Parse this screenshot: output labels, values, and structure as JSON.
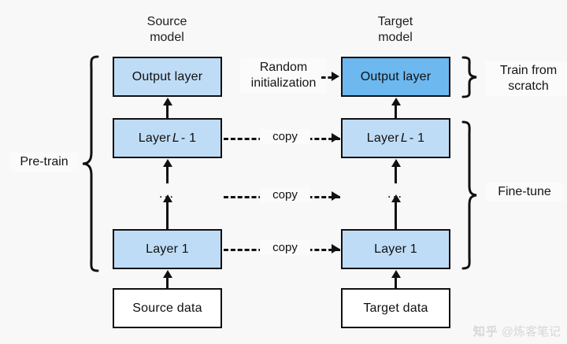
{
  "headings": {
    "source_model": "Source\nmodel",
    "source_model_line1": "Source",
    "source_model_line2": "model",
    "target_model_line1": "Target",
    "target_model_line2": "model"
  },
  "source_column": {
    "output_layer": "Output layer",
    "layer_l_minus_1_prefix": "Layer",
    "layer_l_minus_1_italic": "L",
    "layer_l_minus_1_suffix": "- 1",
    "ellipsis": "...",
    "layer_1": "Layer 1",
    "data_box": "Source data"
  },
  "target_column": {
    "output_layer": "Output layer",
    "layer_l_minus_1_prefix": "Layer",
    "layer_l_minus_1_italic": "L",
    "layer_l_minus_1_suffix": "- 1",
    "ellipsis": "...",
    "layer_1": "Layer 1",
    "data_box": "Target data"
  },
  "connectors": {
    "random_initialization_line1": "Random",
    "random_initialization_line2": "initialization",
    "copy_top": "copy",
    "copy_middle": "copy",
    "copy_bottom": "copy"
  },
  "annotations": {
    "pre_train": "Pre-train",
    "train_from_scratch_line1": "Train from",
    "train_from_scratch_line2": "scratch",
    "fine_tune": "Fine-tune"
  },
  "watermark": {
    "logo": "知乎",
    "handle": "@炼客笔记"
  },
  "colors": {
    "background": "#f8f8f8",
    "layer_fill": "#bfdcf6",
    "output_layer_target_fill": "#6cb8ef",
    "data_box_fill": "#ffffff",
    "stroke": "#111111"
  }
}
